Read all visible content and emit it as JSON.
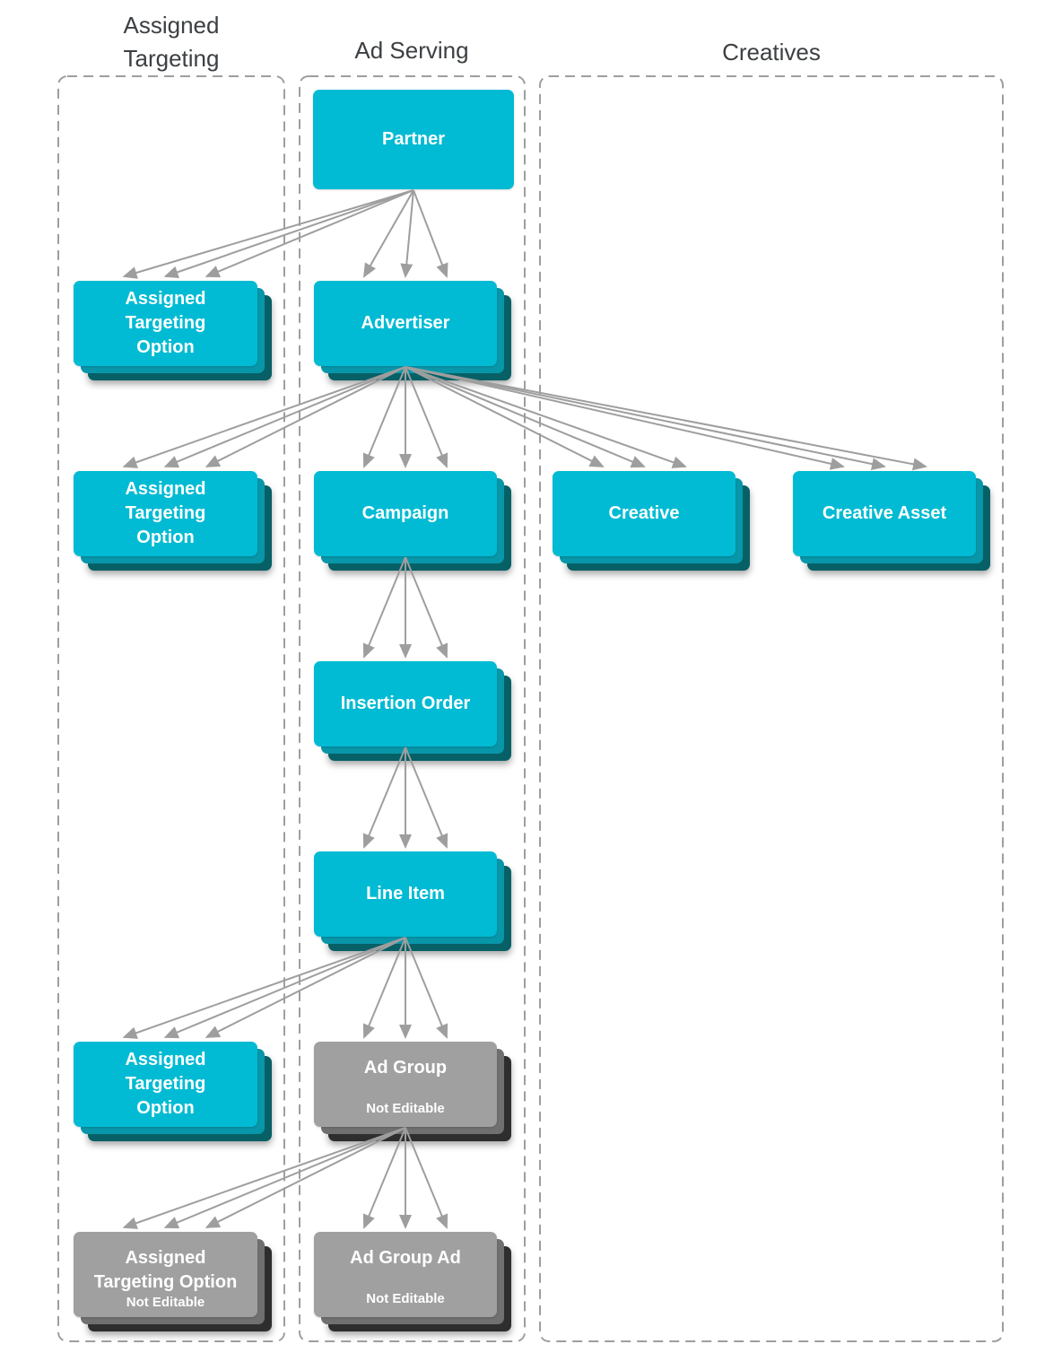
{
  "diagram": {
    "columns": [
      {
        "id": "assigned-targeting",
        "title": "Assigned Targeting"
      },
      {
        "id": "ad-serving",
        "title": "Ad Serving"
      },
      {
        "id": "creatives",
        "title": "Creatives"
      }
    ],
    "nodes": [
      {
        "id": "partner",
        "label": "Partner",
        "variant": "flat",
        "column": "ad-serving"
      },
      {
        "id": "ato-advertiser",
        "lines": [
          "Assigned",
          "Targeting",
          "Option"
        ],
        "variant": "cyan",
        "column": "assigned-targeting"
      },
      {
        "id": "advertiser",
        "label": "Advertiser",
        "variant": "cyan",
        "column": "ad-serving"
      },
      {
        "id": "ato-campaign",
        "lines": [
          "Assigned",
          "Targeting",
          "Option"
        ],
        "variant": "cyan",
        "column": "assigned-targeting"
      },
      {
        "id": "campaign",
        "label": "Campaign",
        "variant": "cyan",
        "column": "ad-serving"
      },
      {
        "id": "creative",
        "label": "Creative",
        "variant": "cyan",
        "column": "creatives"
      },
      {
        "id": "creative-asset",
        "label": "Creative Asset",
        "variant": "cyan",
        "column": "creatives"
      },
      {
        "id": "insertion-order",
        "label": "Insertion Order",
        "variant": "cyan",
        "column": "ad-serving"
      },
      {
        "id": "line-item",
        "label": "Line Item",
        "variant": "cyan",
        "column": "ad-serving"
      },
      {
        "id": "ato-line-item",
        "lines": [
          "Assigned",
          "Targeting",
          "Option"
        ],
        "variant": "cyan",
        "column": "assigned-targeting"
      },
      {
        "id": "ad-group",
        "label": "Ad Group",
        "sublabel": "Not Editable",
        "variant": "gray",
        "column": "ad-serving"
      },
      {
        "id": "ato-not-editable",
        "lines": [
          "Assigned",
          "Targeting Option"
        ],
        "sublabel": "Not Editable",
        "variant": "gray",
        "column": "assigned-targeting"
      },
      {
        "id": "ad-group-ad",
        "label": "Ad Group Ad",
        "sublabel": "Not Editable",
        "variant": "gray",
        "column": "ad-serving"
      }
    ],
    "edges": [
      {
        "from": "partner",
        "to": "ato-advertiser"
      },
      {
        "from": "partner",
        "to": "advertiser"
      },
      {
        "from": "advertiser",
        "to": "ato-campaign"
      },
      {
        "from": "advertiser",
        "to": "campaign"
      },
      {
        "from": "advertiser",
        "to": "creative"
      },
      {
        "from": "advertiser",
        "to": "creative-asset"
      },
      {
        "from": "campaign",
        "to": "insertion-order"
      },
      {
        "from": "insertion-order",
        "to": "line-item"
      },
      {
        "from": "line-item",
        "to": "ato-line-item"
      },
      {
        "from": "line-item",
        "to": "ad-group"
      },
      {
        "from": "ad-group",
        "to": "ato-not-editable"
      },
      {
        "from": "ad-group",
        "to": "ad-group-ad"
      }
    ],
    "arrow_style": "triple-fan-one-to-many",
    "colors": {
      "cyan_main": "#00BBD3",
      "cyan_mid": "#0896A9",
      "cyan_dark": "#066066",
      "gray_main": "#A0A0A0",
      "gray_mid": "#707070",
      "gray_dark": "#2E2E2E",
      "arrow": "#9E9E9E",
      "column_border": "#9E9E9E",
      "header_text": "#3C4043",
      "label_text": "#FFFFFF"
    }
  }
}
